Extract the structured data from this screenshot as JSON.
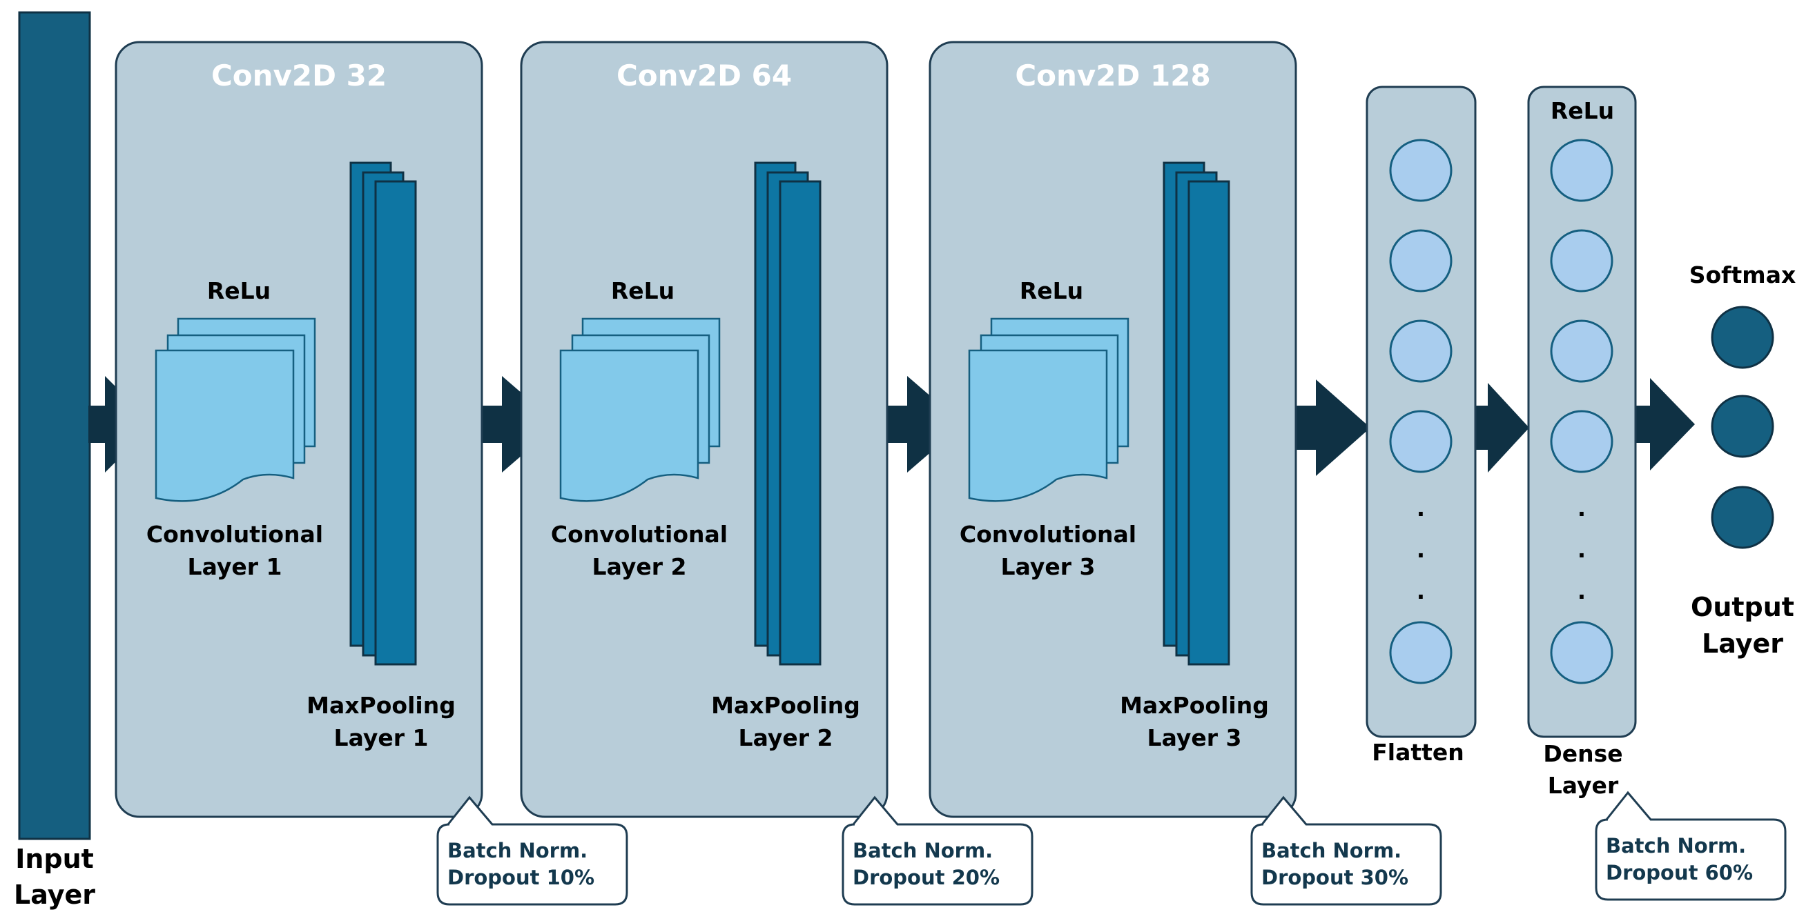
{
  "input": {
    "line1": "Input",
    "line2": "Layer"
  },
  "blocks": [
    {
      "title": "Conv2D 32",
      "activation": "ReLu",
      "conv_line1": "Convolutional",
      "conv_line2": "Layer 1",
      "pool_line1": "MaxPooling",
      "pool_line2": "Layer 1",
      "callout_line1": "Batch Norm.",
      "callout_line2": "Dropout 10%"
    },
    {
      "title": "Conv2D 64",
      "activation": "ReLu",
      "conv_line1": "Convolutional",
      "conv_line2": "Layer 2",
      "pool_line1": "MaxPooling",
      "pool_line2": "Layer 2",
      "callout_line1": "Batch Norm.",
      "callout_line2": "Dropout 20%"
    },
    {
      "title": "Conv2D 128",
      "activation": "ReLu",
      "conv_line1": "Convolutional",
      "conv_line2": "Layer 3",
      "pool_line1": "MaxPooling",
      "pool_line2": "Layer 3",
      "callout_line1": "Batch Norm.",
      "callout_line2": "Dropout 30%"
    }
  ],
  "flatten": {
    "label": "Flatten",
    "ellipsis": "."
  },
  "dense": {
    "activation": "ReLu",
    "line1": "Dense",
    "line2": "Layer",
    "ellipsis": ".",
    "callout_line1": "Batch Norm.",
    "callout_line2": "Dropout 60%"
  },
  "output": {
    "activation": "Softmax",
    "line1": "Output",
    "line2": "Layer"
  },
  "colors": {
    "dark_blue": "#155f80",
    "panel_fill": "#b8cdd9",
    "panel_border": "#1f3d52",
    "sheet_fill": "#82c9ea",
    "pool_fill": "#0e76a3",
    "node_fill": "#a9cdee",
    "arrow": "#0f3144",
    "text_dark": "#000000",
    "text_light": "#ffffff",
    "callout_text": "#13384d"
  }
}
